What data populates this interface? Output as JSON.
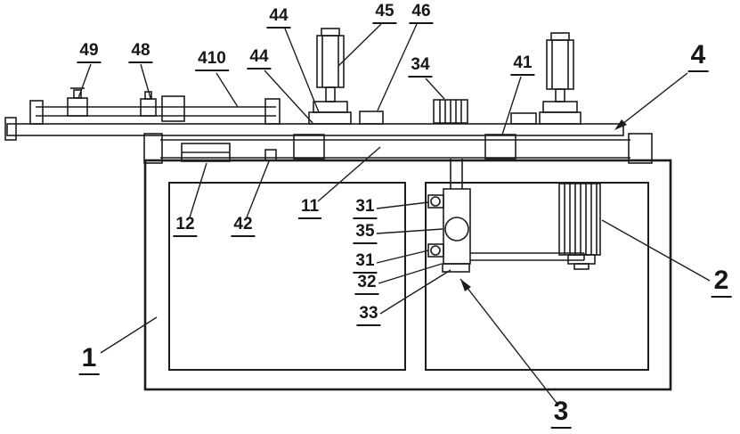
{
  "figure": {
    "kind": "patent-style mechanical assembly line drawing",
    "background_color": "#ffffff",
    "line_color": "#1d1d1d"
  },
  "callouts": [
    {
      "id": "44-upper",
      "text": "44"
    },
    {
      "id": "45",
      "text": "45"
    },
    {
      "id": "46",
      "text": "46"
    },
    {
      "id": "49",
      "text": "49"
    },
    {
      "id": "48",
      "text": "48"
    },
    {
      "id": "410",
      "text": "410"
    },
    {
      "id": "44-lower",
      "text": "44"
    },
    {
      "id": "34",
      "text": "34"
    },
    {
      "id": "41",
      "text": "41"
    },
    {
      "id": "4",
      "text": "4"
    },
    {
      "id": "12",
      "text": "12"
    },
    {
      "id": "42",
      "text": "42"
    },
    {
      "id": "11",
      "text": "11"
    },
    {
      "id": "31-upper",
      "text": "31"
    },
    {
      "id": "35",
      "text": "35"
    },
    {
      "id": "31-lower",
      "text": "31"
    },
    {
      "id": "32",
      "text": "32"
    },
    {
      "id": "33",
      "text": "33"
    },
    {
      "id": "1",
      "text": "1"
    },
    {
      "id": "2",
      "text": "2"
    },
    {
      "id": "3",
      "text": "3"
    }
  ]
}
